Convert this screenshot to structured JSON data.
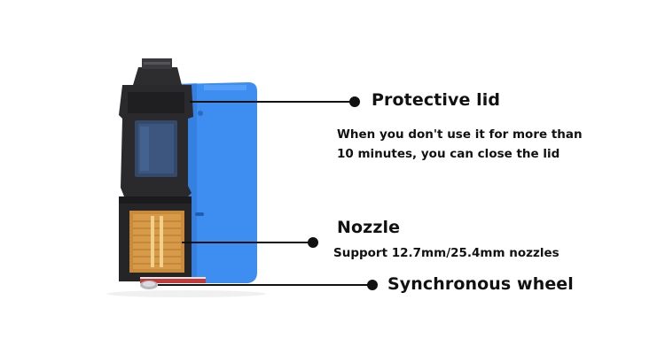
{
  "callouts": [
    {
      "title": "Protective lid",
      "description_lines": [
        "When you don't use it for more than",
        "10 minutes, you can close the lid"
      ]
    },
    {
      "title": "Nozzle",
      "description_lines": [
        "Support 12.7mm/25.4mm nozzles"
      ]
    },
    {
      "title": "Synchronous wheel",
      "description_lines": []
    }
  ],
  "colors": {
    "cartridge_body": "#3d8ef0",
    "housing": "#2a2a2d",
    "nozzle_plate": "#c98a3a",
    "lid_pad": "#34496a",
    "callout": "#111111"
  }
}
